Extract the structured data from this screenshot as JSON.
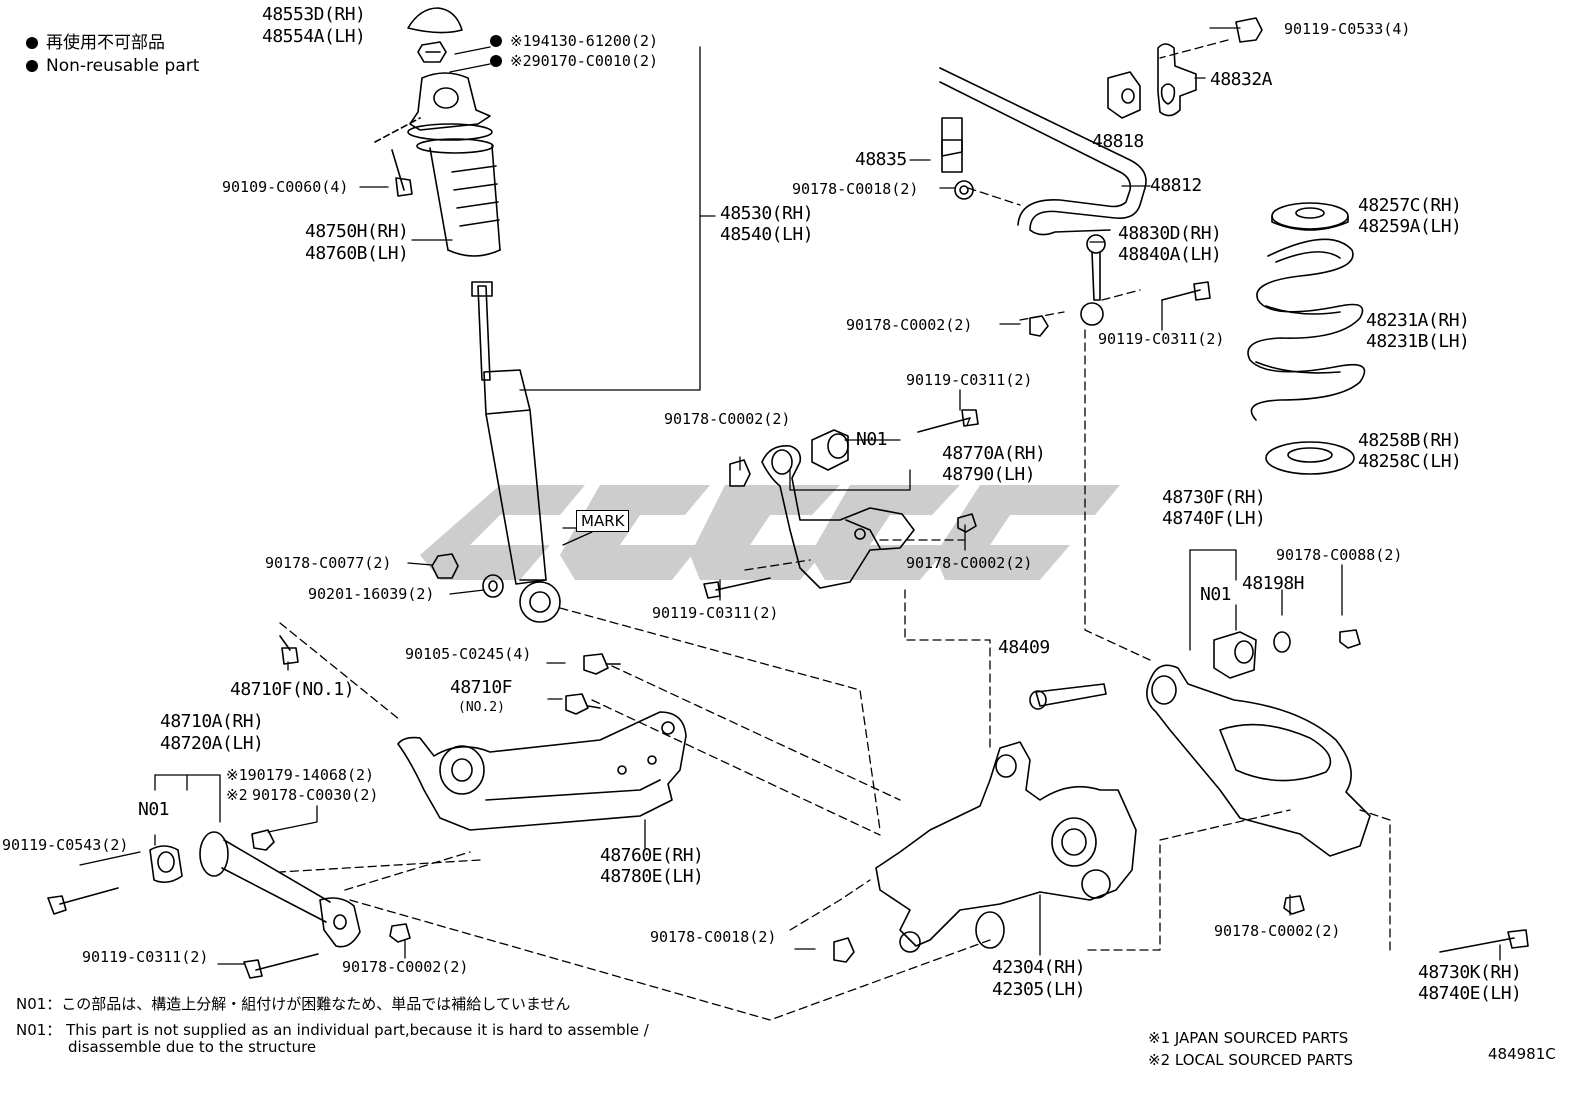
{
  "legend": {
    "jp_text": "再使用不可部品",
    "en_text": "Non-reusable part"
  },
  "labels": {
    "p48553D": "48553D(RH)",
    "p48554A": "48554A(LH)",
    "p194130": "※194130-61200(2)",
    "p290170": "※290170-C0010(2)",
    "p90109": "90109-C0060(4)",
    "p48750H": "48750H(RH)",
    "p48760B": "48760B(LH)",
    "p48530": "48530(RH)",
    "p48540": "48540(LH)",
    "mark": "MARK",
    "p90178_C0077": "90178-C0077(2)",
    "p90201": "90201-16039(2)",
    "p48710F1": "48710F(NO.1)",
    "p90105": "90105-C0245(4)",
    "p48710F": "48710F",
    "p48710F_no2": "(NO.2)",
    "p48710A": "48710A(RH)",
    "p48720A": "48720A(LH)",
    "p190179": "※190179-14068(2)",
    "p90178_C0030": "90178-C0030(2)",
    "p2mark": "※2",
    "n01_a": "N01",
    "p90119_C0543": "90119-C0543(2)",
    "p48760E": "48760E(RH)",
    "p48780E": "48780E(LH)",
    "p90119_C0311_bl": "90119-C0311(2)",
    "p90178_C0002_bl": "90178-C0002(2)",
    "p90178_C0018_b": "90178-C0018(2)",
    "p42304": "42304(RH)",
    "p42305": "42305(LH)",
    "p90119_C0533": "90119-C0533(4)",
    "p48832A": "48832A",
    "p48818": "48818",
    "p48835": "48835",
    "p90178_C0018_t": "90178-C0018(2)",
    "p48812": "48812",
    "p48830D": "48830D(RH)",
    "p48840A": "48840A(LH)",
    "p90178_C0002_m": "90178-C0002(2)",
    "p90119_C0311_m": "90119-C0311(2)",
    "p48257C": "48257C(RH)",
    "p48259A": "48259A(LH)",
    "p48231A": "48231A(RH)",
    "p48231B": "48231B(LH)",
    "p48258B": "48258B(RH)",
    "p48258C": "48258C(LH)",
    "p90119_C0311_c": "90119-C0311(2)",
    "p90178_C0002_c": "90178-C0002(2)",
    "n01_b": "N01",
    "p48770A": "48770A(RH)",
    "p48790": "48790(LH)",
    "p90178_C0002_c2": "90178-C0002(2)",
    "p90119_C0311_c2": "90119-C0311(2)",
    "p48730F": "48730F(RH)",
    "p48740F": "48740F(LH)",
    "p90178_C0088": "90178-C0088(2)",
    "n01_c": "N01",
    "p48198H": "48198H",
    "p48409": "48409",
    "p90178_C0002_r": "90178-C0002(2)",
    "p48730K": "48730K(RH)",
    "p48740E": "48740E(LH)"
  },
  "notes": {
    "n01_jp": "N01：この部品は、構造上分解・組付けが困難なため、単品では補給していません",
    "n01_en_1": "N01： This part is not supplied as an individual part,because it is hard to assemble /",
    "n01_en_2": "disassemble due to the structure",
    "src1": "※1 JAPAN SOURCED PARTS",
    "src2": "※2 LOCAL SOURCED PARTS",
    "code": "484981C"
  }
}
